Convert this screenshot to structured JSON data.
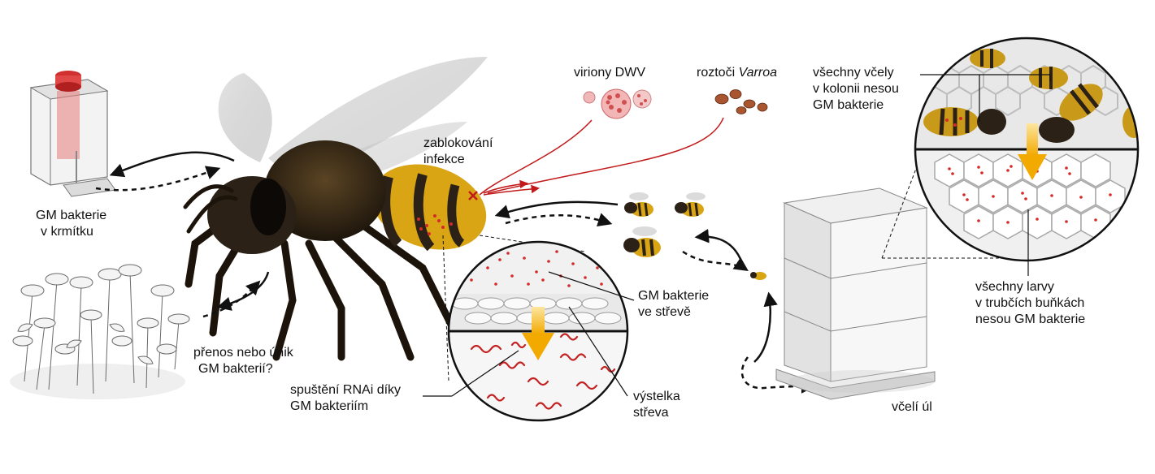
{
  "labels": {
    "feeder": [
      "GM bakterie",
      "v krmítku"
    ],
    "transfer": [
      "přenos nebo únik",
      "GM bakterií?"
    ],
    "virions": "viriony DWV",
    "mites_prefix": "roztoči",
    "mites_name": "Varroa",
    "block": [
      "zablokování",
      "infekce"
    ],
    "gut_bacteria": [
      "GM bakterie",
      "ve střevě"
    ],
    "rnai": [
      "spuštění RNAi díky",
      "GM bakteriím"
    ],
    "lining": [
      "výstelka",
      "střeva"
    ],
    "colony": [
      "všechny včely",
      "v kolonii nesou",
      "GM bakterie"
    ],
    "larvae": [
      "všechny larvy",
      "v trubčích buňkách",
      "nesou GM bakterie"
    ],
    "hive": "včelí úl"
  },
  "colors": {
    "bacteria_red": "#d42a2a",
    "arrow_yellow": "#f2b705",
    "bee_yellow": "#d9a514",
    "bee_dark": "#2b2116",
    "gray": "#bdbdbd"
  }
}
